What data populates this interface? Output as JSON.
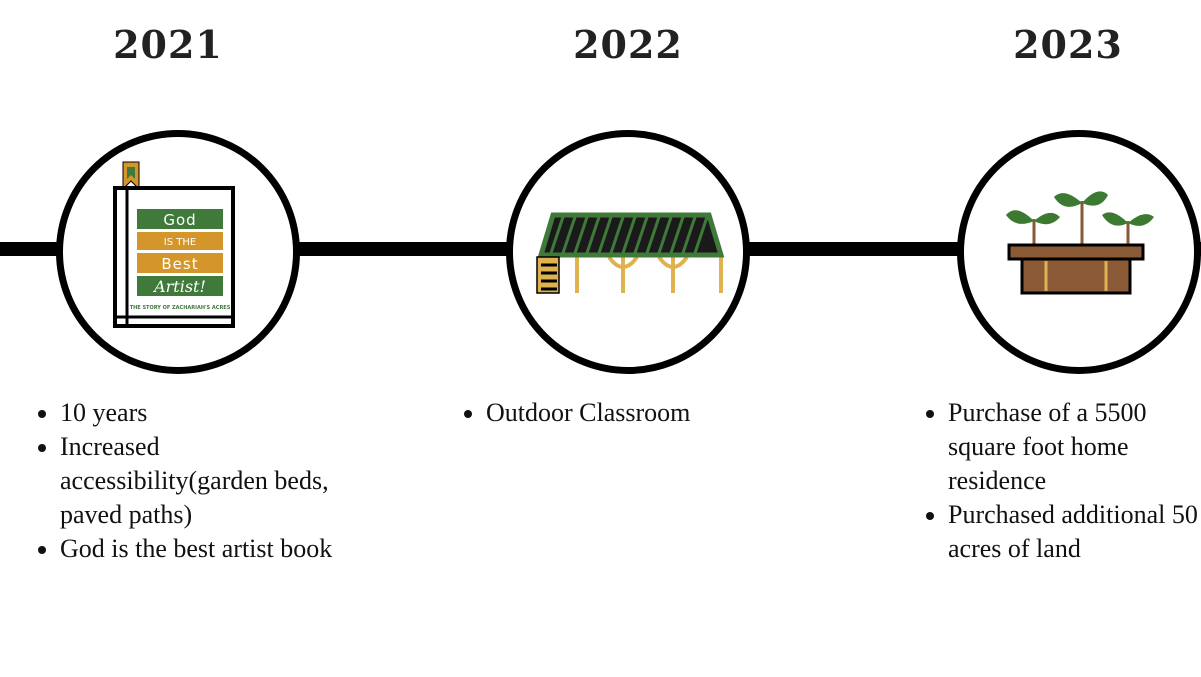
{
  "milestones": [
    {
      "year": "2021",
      "icon": "book-icon",
      "book": {
        "line1": "God",
        "line2": "IS THE",
        "line3": "Best",
        "line4": "Artist!",
        "subtitle": "THE STORY OF ZACHARIAH'S ACRES"
      },
      "bullets": [
        "10 years",
        "Increased accessibility(garden beds, paved paths)",
        "God is the best artist book"
      ]
    },
    {
      "year": "2022",
      "icon": "pavilion-icon",
      "bullets": [
        "Outdoor Classroom"
      ]
    },
    {
      "year": "2023",
      "icon": "planter-icon",
      "bullets": [
        "Purchase of a 5500 square foot home residence",
        "Purchased additional 50 acres of land"
      ]
    }
  ],
  "colors": {
    "green": "#3f7a3b",
    "gold": "#d4962a",
    "tan": "#e0b24f",
    "brown": "#8a5a37",
    "leaf": "#3b7a30"
  }
}
